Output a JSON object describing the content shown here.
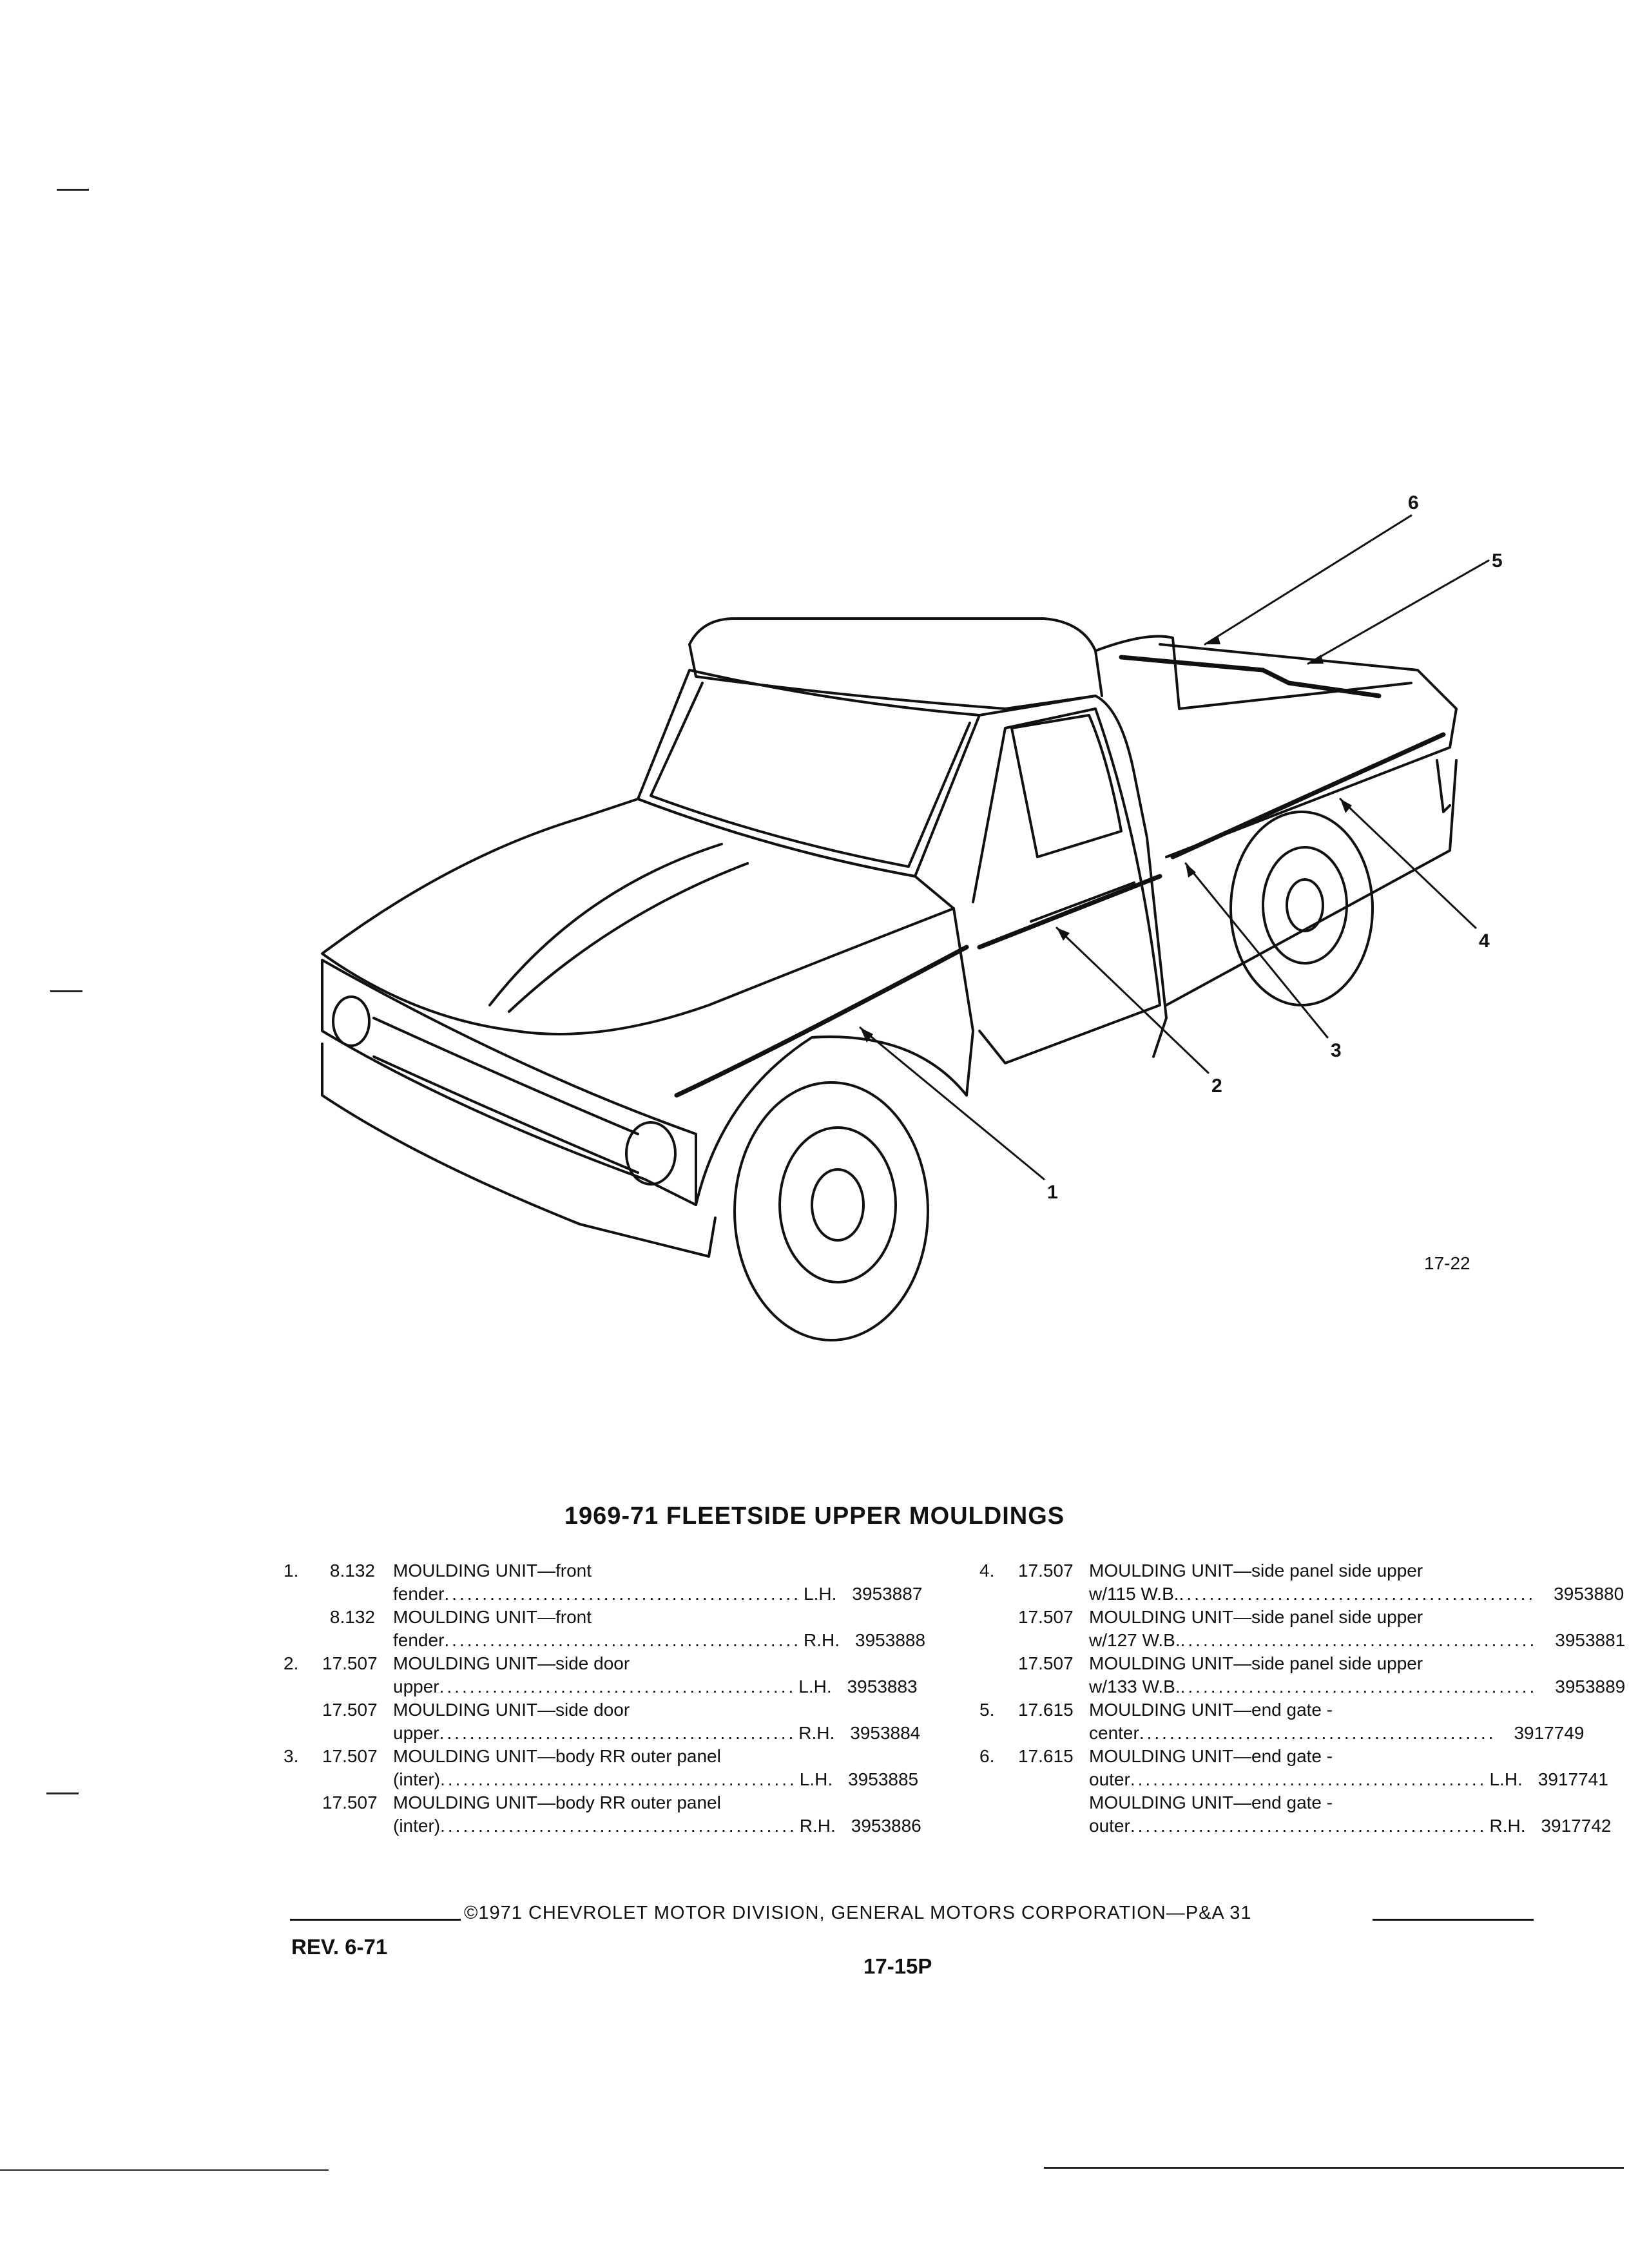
{
  "figure": {
    "number": "17-22",
    "callouts": [
      "1",
      "2",
      "3",
      "4",
      "5",
      "6"
    ]
  },
  "title": "1969-71 FLEETSIDE UPPER MOULDINGS",
  "left_column": [
    {
      "num": "1.",
      "cat": "8.132",
      "desc": "MOULDING UNIT—front",
      "sub": "fender",
      "side": "L.H.",
      "part": "3953887"
    },
    {
      "num": "",
      "cat": "8.132",
      "desc": "MOULDING UNIT—front",
      "sub": "fender",
      "side": "R.H.",
      "part": "3953888"
    },
    {
      "num": "2.",
      "cat": "17.507",
      "desc": "MOULDING UNIT—side door",
      "sub": "upper",
      "side": "L.H.",
      "part": "3953883"
    },
    {
      "num": "",
      "cat": "17.507",
      "desc": "MOULDING UNIT—side door",
      "sub": "upper",
      "side": "R.H.",
      "part": "3953884"
    },
    {
      "num": "3.",
      "cat": "17.507",
      "desc": "MOULDING UNIT—body RR outer panel",
      "sub": "(inter)",
      "side": "L.H.",
      "part": "3953885"
    },
    {
      "num": "",
      "cat": "17.507",
      "desc": "MOULDING UNIT—body RR outer panel",
      "sub": "(inter)",
      "side": "R.H.",
      "part": "3953886"
    }
  ],
  "right_column": [
    {
      "num": "4.",
      "cat": "17.507",
      "desc": "MOULDING UNIT—side panel side upper",
      "sub": "w/115 W.B.",
      "side": "",
      "part": "3953880"
    },
    {
      "num": "",
      "cat": "17.507",
      "desc": "MOULDING UNIT—side panel side upper",
      "sub": "w/127 W.B.",
      "side": "",
      "part": "3953881"
    },
    {
      "num": "",
      "cat": "17.507",
      "desc": "MOULDING UNIT—side panel side upper",
      "sub": "w/133 W.B.",
      "side": "",
      "part": "3953889"
    },
    {
      "num": "5.",
      "cat": "17.615",
      "desc": "MOULDING UNIT—end gate -",
      "sub": "center",
      "side": "",
      "part": "3917749"
    },
    {
      "num": "6.",
      "cat": "17.615",
      "desc": "MOULDING UNIT—end gate -",
      "sub": "outer",
      "side": "L.H.",
      "part": "3917741"
    },
    {
      "num": "",
      "cat": "",
      "desc": "MOULDING UNIT—end gate -",
      "sub": "outer",
      "side": "R.H.",
      "part": "3917742"
    }
  ],
  "footer": {
    "copyright": "©1971 CHEVROLET MOTOR DIVISION, GENERAL MOTORS CORPORATION—P&A 31",
    "revision": "REV. 6-71",
    "page": "17-15P"
  }
}
